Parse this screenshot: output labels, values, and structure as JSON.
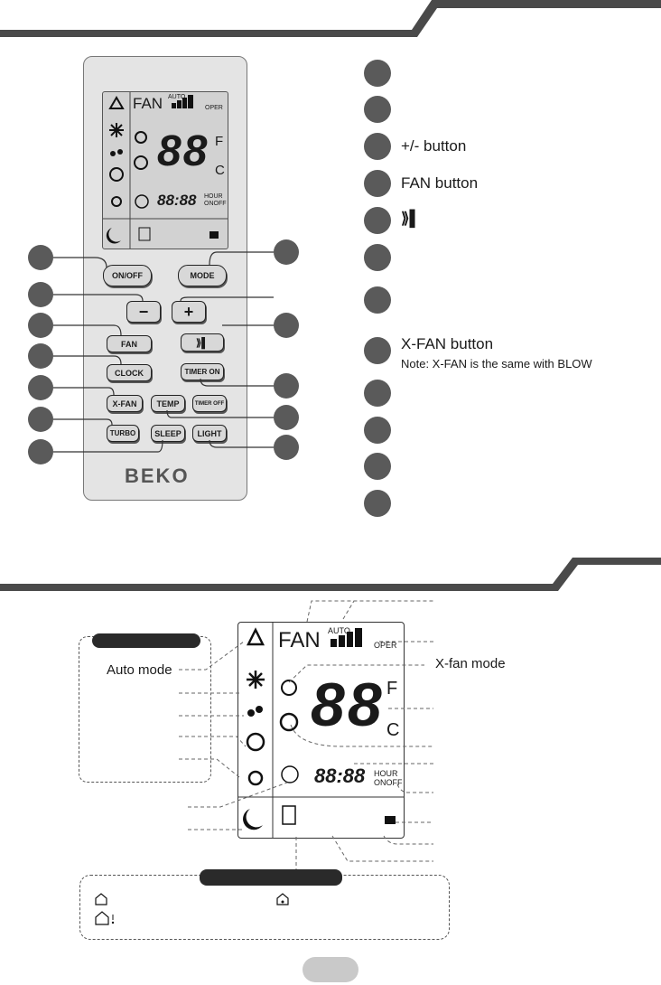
{
  "remote": {
    "brand": "BEKO",
    "lcd": {
      "fan": "FAN",
      "auto": "AUTO",
      "oper": "OPER",
      "digits": "88",
      "f": "F",
      "c": "C",
      "time": "88:88",
      "hour": "HOUR",
      "onoff": "ONOFF"
    },
    "buttons": {
      "onoff": "ON/OFF",
      "mode": "MODE",
      "minus": "−",
      "plus": "+",
      "fan": "FAN",
      "clock": "CLOCK",
      "timer_on": "TIMER ON",
      "xfan": "X-FAN",
      "temp": "TEMP",
      "timer_off": "TIMER OFF",
      "turbo": "TURBO",
      "sleep": "SLEEP",
      "light": "LIGHT"
    }
  },
  "legend": {
    "items": [
      {
        "text": ""
      },
      {
        "text": ""
      },
      {
        "text": "+/- button"
      },
      {
        "text": "FAN button"
      },
      {
        "text": "",
        "icon": "swing-icon"
      },
      {
        "text": ""
      },
      {
        "text": ""
      },
      {
        "text": "X-FAN button",
        "note": "Note: X-FAN is the same with BLOW"
      },
      {
        "text": ""
      },
      {
        "text": ""
      },
      {
        "text": ""
      },
      {
        "text": ""
      }
    ]
  },
  "display": {
    "fan": "FAN",
    "auto": "AUTO",
    "oper": "OPER",
    "digits": "88",
    "f": "F",
    "c": "C",
    "time": "88:88",
    "hour": "HOUR",
    "onoff": "ONOFF"
  },
  "annotations": {
    "auto_mode": "Auto mode",
    "xfan_mode": "X-fan mode"
  },
  "colors": {
    "bar": "#4a4a4a",
    "dot": "#5a5a5a",
    "lcd": "#d2d2d2"
  }
}
